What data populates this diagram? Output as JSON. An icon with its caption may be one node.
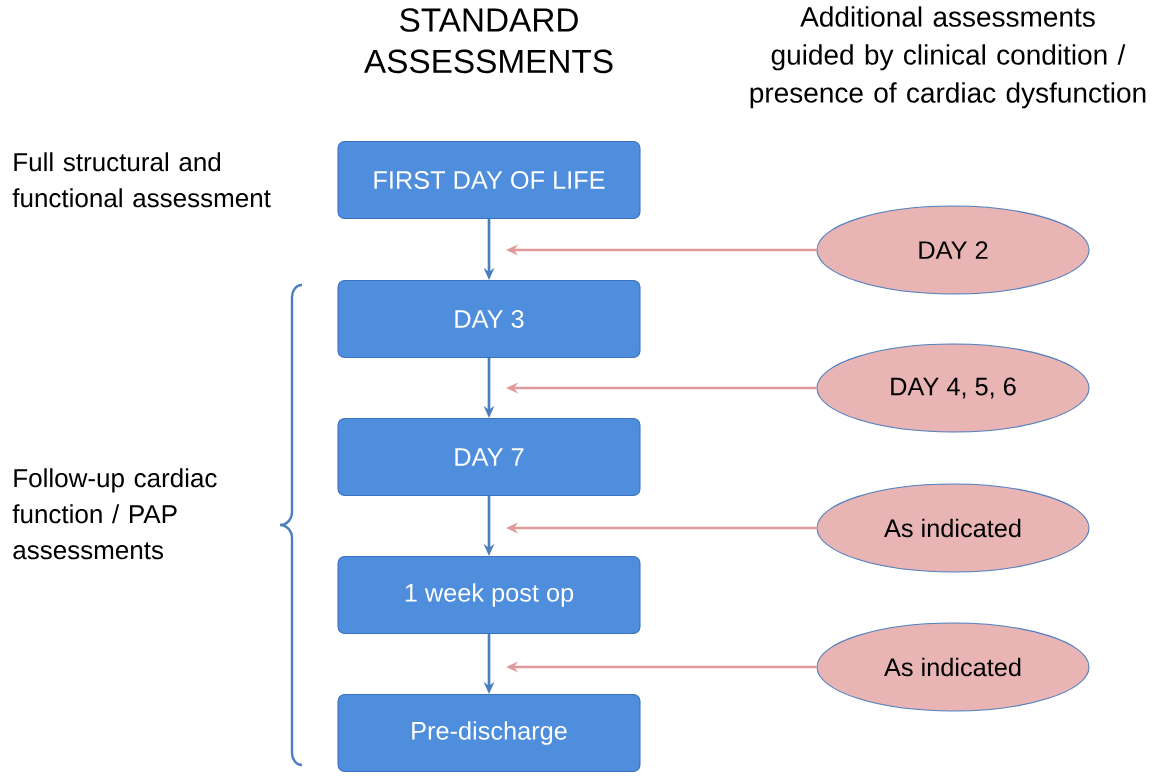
{
  "diagram": {
    "nodes": [
      {
        "text": [
          "FIRST DAY OF LIFE"
        ]
      },
      {
        "text": [
          "DAY 3"
        ]
      },
      {
        "text": [
          "DAY 7"
        ]
      },
      {
        "text": [
          "1 week post op"
        ]
      },
      {
        "text": [
          "Pre-discharge"
        ]
      },
      {
        "text": [
          "DAY 2"
        ]
      },
      {
        "text": [
          "DAY 4, 5, 6"
        ]
      },
      {
        "text": [
          "As indicated"
        ]
      },
      {
        "text": [
          "As indicated"
        ]
      }
    ],
    "edges": [
      {
        "from": 0,
        "to": 1,
        "arrow": "to",
        "color": "#4a7fc1"
      },
      {
        "from": 1,
        "to": 2,
        "arrow": "to",
        "color": "#4a7fc1"
      },
      {
        "from": 2,
        "to": 3,
        "arrow": "to",
        "color": "#4a7fc1"
      },
      {
        "from": 3,
        "to": 4,
        "arrow": "to",
        "color": "#4a7fc1"
      },
      {
        "from": 5,
        "to": null,
        "arrow": "to",
        "color": "#e09a9a"
      },
      {
        "from": 6,
        "to": null,
        "arrow": "to",
        "color": "#e09a9a"
      },
      {
        "from": 7,
        "to": null,
        "arrow": "to",
        "color": "#e09a9a"
      },
      {
        "from": 8,
        "to": null,
        "arrow": "to",
        "color": "#e09a9a"
      }
    ],
    "labels": [
      "STANDARD ASSESSMENTS",
      "Additional assessments guided by clinical condition / presence of cardiac dysfunction",
      "Full structural and functional assessment",
      "Follow-up cardiac function / PAP assessments"
    ]
  }
}
